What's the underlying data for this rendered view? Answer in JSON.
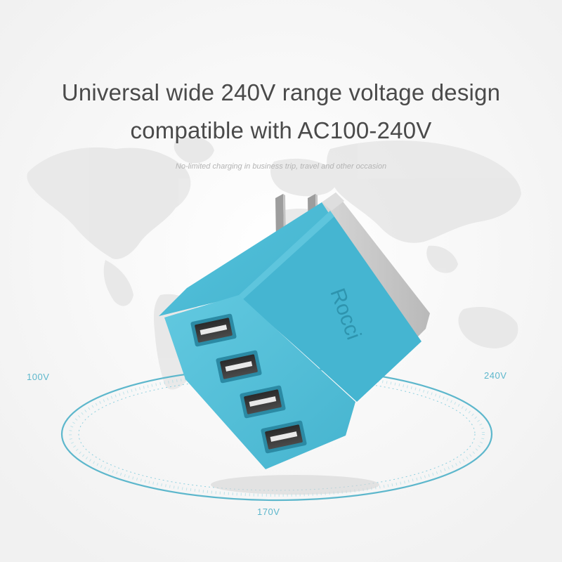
{
  "headline": {
    "line1": "Universal wide 240V range voltage design",
    "line2": "compatible with AC100-240V"
  },
  "subheadline": "No-limited charging in business trip, travel and other occasion",
  "voltage_dial": {
    "labels": {
      "left": "100V",
      "right": "240V",
      "bottom": "170V"
    },
    "color": "#5db7cc"
  },
  "product": {
    "name": "USB wall charger",
    "brand_text": "Rocci",
    "usb_port_count": 4,
    "body_color": "#4bb8d3",
    "side_color": "#c9c9c9"
  },
  "background": {
    "color": "#f7f7f7",
    "decoration": "faint-world-map"
  }
}
